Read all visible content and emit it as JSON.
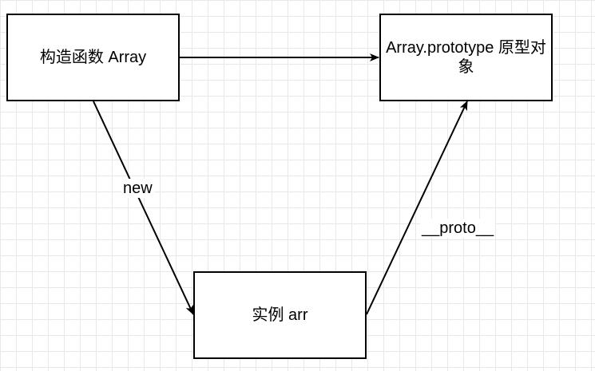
{
  "nodes": {
    "constructor": {
      "label": "构造函数 Array"
    },
    "prototype": {
      "label": "Array.prototype 原型对象"
    },
    "instance": {
      "label": "实例 arr"
    }
  },
  "edges": {
    "constructor_to_prototype": {
      "from": "constructor",
      "to": "prototype",
      "label": ""
    },
    "constructor_to_instance": {
      "from": "constructor",
      "to": "instance",
      "label": "new"
    },
    "instance_to_prototype": {
      "from": "instance",
      "to": "prototype",
      "label": "__proto__"
    }
  },
  "colors": {
    "stroke": "#000000",
    "background": "#ffffff",
    "grid": "#e8e8e8"
  }
}
